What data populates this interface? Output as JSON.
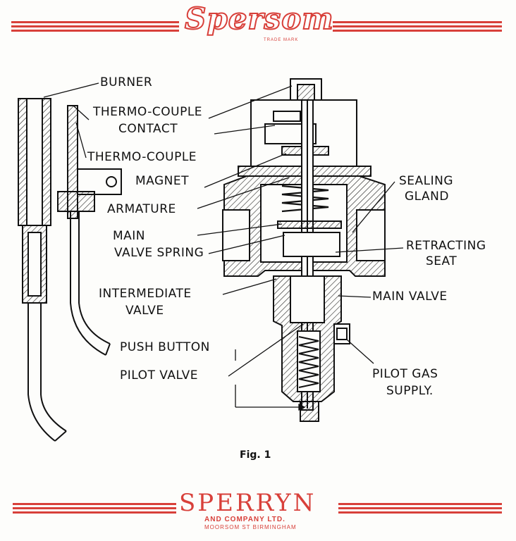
{
  "header": {
    "brand": "Spersom",
    "trademark": "TRADE MARK"
  },
  "labels": {
    "burner": "BURNER",
    "thermocouple_contact_1": "THERMO-COUPLE",
    "thermocouple_contact_2": "CONTACT",
    "thermocouple": "THERMO-COUPLE",
    "magnet": "MAGNET",
    "armature": "ARMATURE",
    "main_valve_spring_1": "MAIN",
    "main_valve_spring_2": "VALVE SPRING",
    "intermediate_valve_1": "INTERMEDIATE",
    "intermediate_valve_2": "VALVE",
    "push_button": "PUSH BUTTON",
    "pilot_valve": "PILOT VALVE",
    "sealing_gland_1": "SEALING",
    "sealing_gland_2": "GLAND",
    "retracting_seat_1": "RETRACTING",
    "retracting_seat_2": "SEAT",
    "main_valve": "MAIN VALVE",
    "pilot_gas_supply_1": "PILOT GAS",
    "pilot_gas_supply_2": "SUPPLY."
  },
  "caption": "Fig. 1",
  "footer": {
    "brand": "SPERRYN",
    "company": "AND COMPANY LTD.",
    "address": "MOORSOM ST BIRMINGHAM"
  },
  "colors": {
    "brand_red": "#d8403a",
    "ink": "#111111"
  }
}
